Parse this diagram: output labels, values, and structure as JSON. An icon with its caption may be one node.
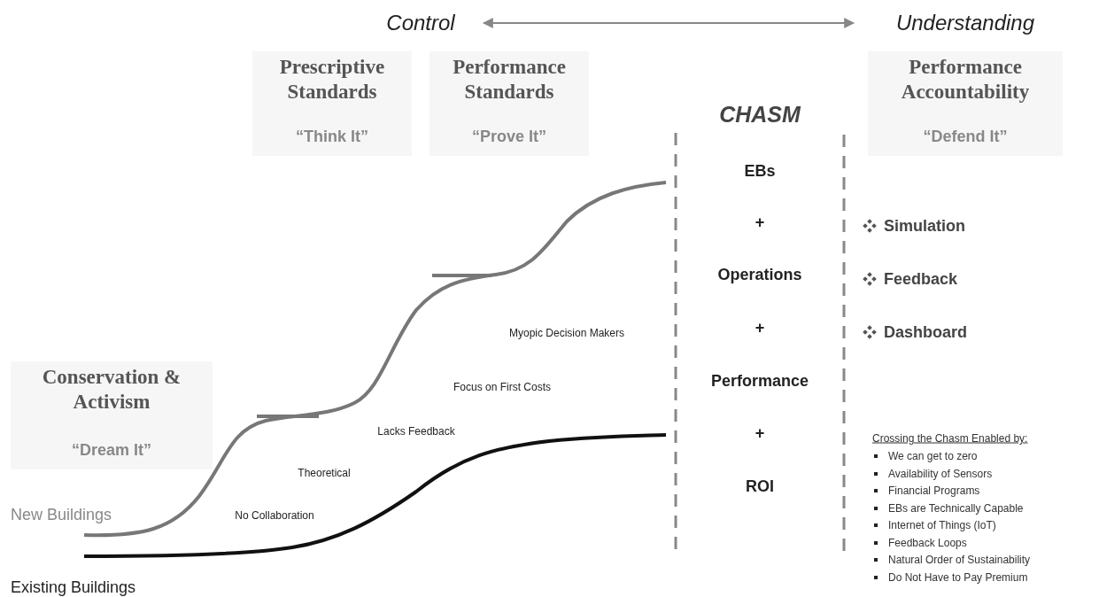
{
  "diagram": {
    "nodes": [
      {
        "text": [
          "Control"
        ]
      },
      {
        "text": [
          "Understanding"
        ]
      },
      {
        "text": [
          "Prescriptive Standards",
          "“Think It”"
        ]
      },
      {
        "text": [
          "Performance Standards",
          "“Prove It”"
        ]
      },
      {
        "text": [
          "Performance Accountability",
          "“Defend It”"
        ]
      },
      {
        "text": [
          "Conservation & Activism",
          "“Dream It”"
        ]
      }
    ],
    "edges": [
      {
        "from": 0,
        "to": 1,
        "arrow": "both"
      }
    ],
    "labels": [
      "CHASM",
      "EBs",
      "+",
      "Operations",
      "+",
      "Performance",
      "+",
      "ROI",
      "Simulation",
      "Feedback",
      "Dashboard",
      "Myopic Decision Makers",
      "Focus on First Costs",
      "Lacks Feedback",
      "Theoretical",
      "No Collaboration",
      "New Buildings",
      "Existing Buildings",
      "Crossing the Chasm Enabled by:",
      "We can get to zero",
      "Availability of Sensors",
      "Financial Programs",
      "EBs are Technically Capable",
      "Internet of Things (IoT)",
      "Feedback Loops",
      "Natural Order of Sustainability",
      "Do Not Have to Pay Premium"
    ]
  }
}
